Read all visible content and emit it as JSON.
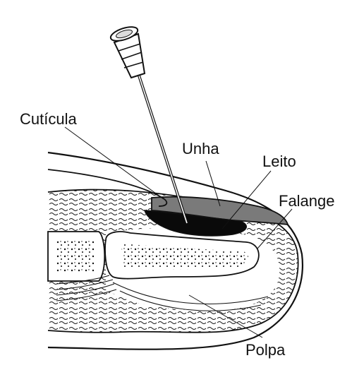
{
  "labels": {
    "cuticula": "Cutícula",
    "unha": "Unha",
    "leito": "Leito",
    "falange": "Falange",
    "polpa": "Polpa"
  },
  "colors": {
    "line": "#111111",
    "skin": "#ffffff",
    "nail_shade": "#7a7a7a",
    "cavity": "#0a0a0a"
  },
  "icons": {
    "needle": "hypodermic-needle-icon"
  }
}
